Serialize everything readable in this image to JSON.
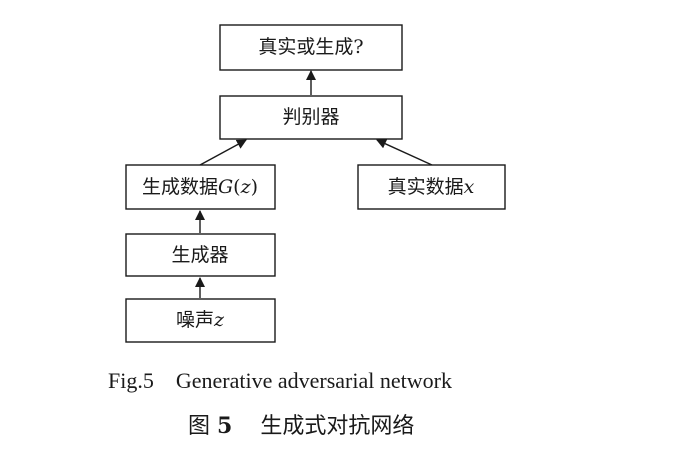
{
  "nodes": {
    "real_or_fake": "真实或生成?",
    "discriminator": "判别器",
    "generated_data_prefix": "生成数据",
    "generated_data_symbol": "G",
    "generated_data_arg_open": "(",
    "generated_data_arg": "z",
    "generated_data_arg_close": ")",
    "real_data_prefix": "真实数据",
    "real_data_symbol": "x",
    "generator": "生成器",
    "noise_prefix": "噪声",
    "noise_symbol": "z"
  },
  "caption": {
    "fig_label_en": "Fig.5",
    "title_en": "Generative adversarial network",
    "fig_label_cn_prefix": "图",
    "fig_label_cn_num": "5",
    "title_cn": "生成式对抗网络"
  }
}
